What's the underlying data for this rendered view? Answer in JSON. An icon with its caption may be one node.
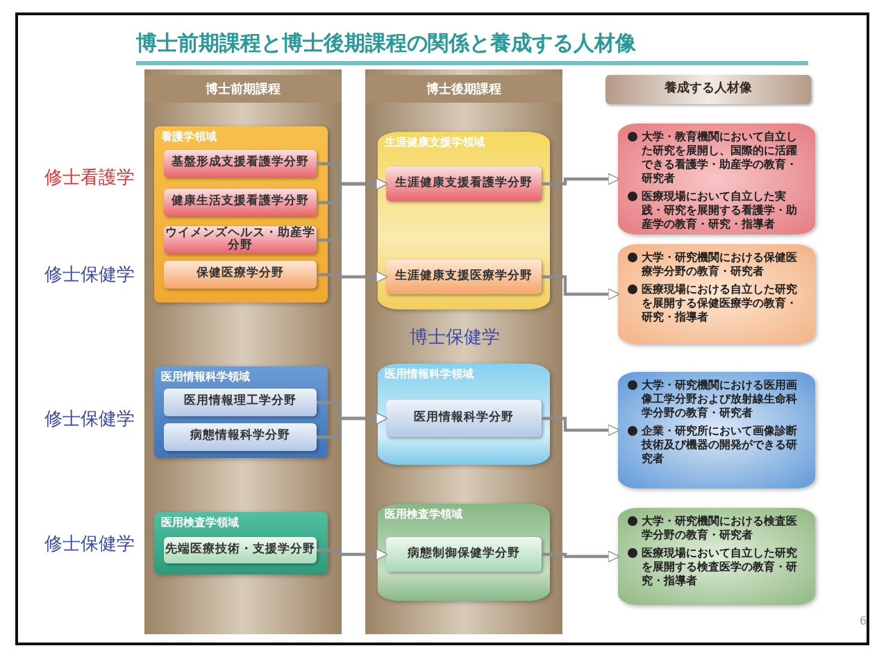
{
  "diagram": {
    "title": "博士前期課程と博士後期課程の関係と養成する人材像",
    "nodes": [
      {
        "text": [
          "博士前期課程"
        ]
      },
      {
        "text": [
          "看護学領域"
        ],
        "in": 0
      },
      {
        "text": [
          "基盤形成支援看護学分野"
        ],
        "in": 1
      },
      {
        "text": [
          "健康生活支援看護学分野"
        ],
        "in": 1
      },
      {
        "text": [
          "ウイメンズヘルス・助産学分野"
        ],
        "in": 1
      },
      {
        "text": [
          "保健医療学分野"
        ],
        "in": 1
      },
      {
        "text": [
          "医用情報科学領域"
        ],
        "in": 0
      },
      {
        "text": [
          "医用情報理工学分野"
        ],
        "in": 6
      },
      {
        "text": [
          "病態情報科学分野"
        ],
        "in": 6
      },
      {
        "text": [
          "医用検査学領域"
        ],
        "in": 0
      },
      {
        "text": [
          "先端医療技術・支援学分野"
        ],
        "in": 9
      },
      {
        "text": [
          "博士後期課程"
        ]
      },
      {
        "text": [
          "生涯健康支援学領域"
        ],
        "in": 11
      },
      {
        "text": [
          "生涯健康支援看護学分野"
        ],
        "in": 12
      },
      {
        "text": [
          "生涯健康支援医療学分野"
        ],
        "in": 12
      },
      {
        "text": [
          "医用情報科学領域"
        ],
        "in": 11
      },
      {
        "text": [
          "医用情報科学分野"
        ],
        "in": 15
      },
      {
        "text": [
          "医用検査学領域"
        ],
        "in": 11
      },
      {
        "text": [
          "病態制御保健学分野"
        ],
        "in": 17
      },
      {
        "text": [
          "養成する人材像"
        ]
      },
      {
        "text": [
          "大学・教育機関において自立した研究を展開し、国際的に活躍できる看護学・助産学の教育・研究者",
          "医療現場において自立した実践・研究を展開する看護学・助産学の教育・研究・指導者"
        ]
      },
      {
        "text": [
          "大学・研究機関における保健医療学分野の教育・研究者",
          "医療現場における自立した研究を展開する保健医療学の教育・研究・指導者"
        ]
      },
      {
        "text": [
          "大学・研究機関における医用画像工学分野および放射線生命科学分野の教育・研究者",
          "企業・研究所において画像診断技術及び機器の開発ができる研究者"
        ]
      },
      {
        "text": [
          "大学・研究機関における検査医学分野の教育・研究者",
          "医療現場において自立した研究を展開する検査医学の教育・研究・指導者"
        ]
      }
    ],
    "edges": [
      {
        "from": 2,
        "to": 13,
        "arrow": "to"
      },
      {
        "from": 3,
        "to": 13,
        "arrow": "to"
      },
      {
        "from": 4,
        "to": 13,
        "arrow": "to"
      },
      {
        "from": 5,
        "to": 14,
        "arrow": "to"
      },
      {
        "from": 7,
        "to": 16,
        "arrow": "to"
      },
      {
        "from": 8,
        "to": 16,
        "arrow": "to"
      },
      {
        "from": 10,
        "to": 18,
        "arrow": "to"
      },
      {
        "from": 13,
        "to": 20,
        "arrow": "to"
      },
      {
        "from": 14,
        "to": 21,
        "arrow": "to"
      },
      {
        "from": 16,
        "to": 22,
        "arrow": "to"
      },
      {
        "from": 18,
        "to": 23,
        "arrow": "to"
      }
    ],
    "labels": [
      "修士看護学",
      "修士保健学",
      "博士保健学",
      "修士保健学",
      "修士保健学",
      "6"
    ]
  }
}
